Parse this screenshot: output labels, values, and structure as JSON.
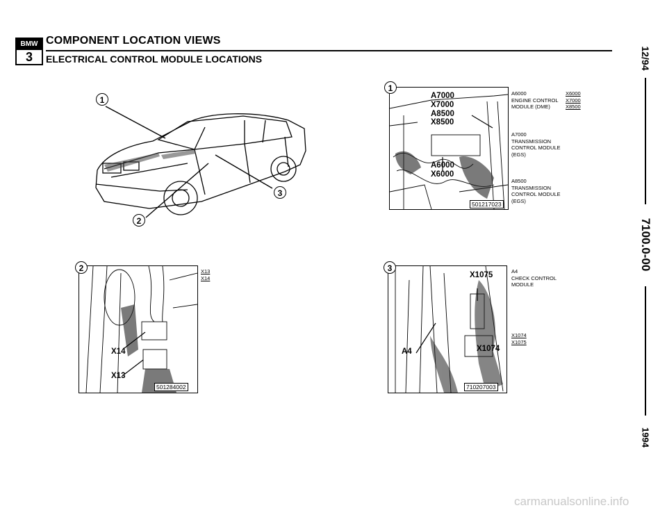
{
  "header": {
    "badge_brand": "BMW",
    "badge_series": "3",
    "title": "COMPONENT LOCATION VIEWS",
    "subtitle": "ELECTRICAL CONTROL MODULE LOCATIONS"
  },
  "margin": {
    "date": "12/94",
    "doc_number": "7100.0-00",
    "year": "1994"
  },
  "figures": {
    "car": {
      "callouts": [
        "1",
        "2",
        "3"
      ]
    },
    "fig1": {
      "number": "1",
      "labels": [
        "A7000",
        "X7000",
        "A8500",
        "X8500",
        "A6000",
        "X6000"
      ],
      "stamp": "501217023",
      "legend": [
        {
          "lines": [
            "A6000",
            "ENGINE CONTROL",
            "MODULE (DME)"
          ],
          "codes": [
            "X6000",
            "X7000",
            "X8500"
          ]
        },
        {
          "lines": [
            "A7000",
            "TRANSMISSION",
            "CONTROL MODULE",
            "(EGS)"
          ],
          "codes": []
        },
        {
          "lines": [
            "A8500",
            "TRANSMISSION",
            "CONTROL MODULE",
            "(EGS)"
          ],
          "codes": []
        }
      ]
    },
    "fig2": {
      "number": "2",
      "labels": [
        "X14",
        "X13"
      ],
      "stamp": "501284002",
      "codes": [
        "X13",
        "X14"
      ]
    },
    "fig3": {
      "number": "3",
      "labels": [
        "X1075",
        "X1074",
        "A4"
      ],
      "stamp": "710207003",
      "legend": [
        "A4",
        "CHECK CONTROL",
        "MODULE"
      ],
      "codes": [
        "X1074",
        "X1075"
      ]
    }
  },
  "watermark": "carmanualsonline.info"
}
